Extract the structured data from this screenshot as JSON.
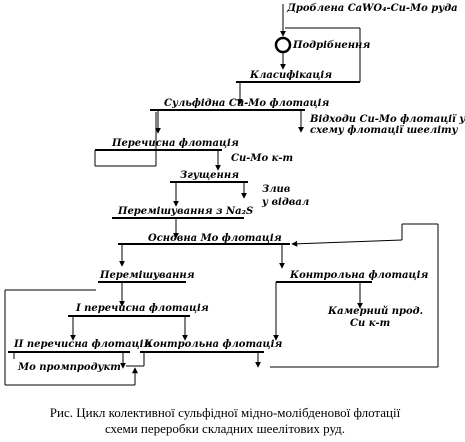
{
  "nodes": {
    "feed": "Дроблена CaWO₄-Cu-Mo руда",
    "grinding": "Подрібнення",
    "classification": "Класифікація",
    "sulfide_flotation": "Сульфідна Cu-Mo флотація",
    "tailings_1": "Відходи Cu-Mo флотації у",
    "tailings_2": "схему флотації шееліту",
    "cleaner_flotation": "Перечисна флотація",
    "cu_mo_conc": "Cu-Mo к-т",
    "thickening": "Згущення",
    "overflow_1": "Злив",
    "overflow_2": "у відвал",
    "mixing_na2s": "Перемішування з Na₂S",
    "basic_mo_flotation": "Основна Мо флотація",
    "mixing": "Перемішування",
    "control_flotation_1": "Контрольна флотація",
    "first_cleaner": "І перечисна флотація",
    "chamber_prod_1": "Камерний прод.",
    "chamber_prod_2": "Cu к-т",
    "second_cleaner": "ІІ перечисна флотація",
    "control_flotation_2": "Контрольна флотація",
    "mo_middling": "Мо промпродукт"
  },
  "caption": {
    "line1": "Рис. Цикл колективної сульфідної мідно-молібденової флотації",
    "line2": "схеми переробки складних шеелітових руд."
  }
}
